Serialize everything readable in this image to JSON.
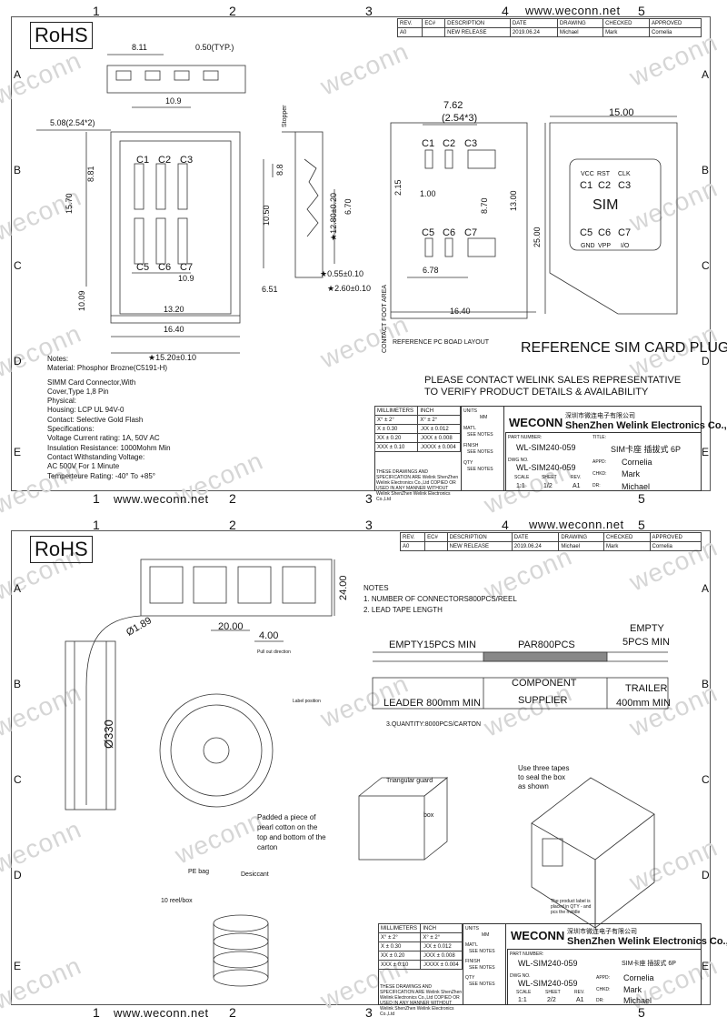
{
  "header": {
    "url": "www.weconn.net",
    "rohs": "RoHS",
    "watermark": "weconn"
  },
  "columns": [
    "1",
    "2",
    "3",
    "4",
    "5"
  ],
  "rows": [
    "A",
    "B",
    "C",
    "D",
    "E"
  ],
  "revision": {
    "headers": [
      "REV.",
      "EC#",
      "DESCRIPTION",
      "DATE",
      "DRAWING",
      "CHECKED",
      "APPROVED"
    ],
    "row": [
      "A0",
      "",
      "NEW RELEASE",
      "2019.06.24",
      "Michael",
      "Mark",
      "Cornelia"
    ]
  },
  "sheet1": {
    "dims": {
      "d811": "8.11",
      "d050": "0.50(TYP.)",
      "d109a": "10.9",
      "d508": "5.08(2.54*2)",
      "d881": "8.81",
      "d1570": "15.70",
      "d1050": "10.50",
      "d109b": "10.9",
      "d1320": "13.20",
      "d1640": "16.40",
      "d1009": "10.09",
      "d651": "6.51",
      "d1520": "★15.20±0.10",
      "stopper": "Stopper",
      "d88": "8.8",
      "d1280": "★12.80±0.20",
      "d670": "6.70",
      "d055": "★0.55±0.10",
      "d260": "★2.60±0.10",
      "d762": "7.62",
      "d254x3": "(2.54*3)",
      "d215": "2.15",
      "d100": "1.00",
      "d870": "8.70",
      "d1300": "13.00",
      "d678": "6.78",
      "d1640b": "16.40",
      "d1500": "15.00",
      "d2500": "25.00"
    },
    "pins": {
      "c1": "C1",
      "c2": "C2",
      "c3": "C3",
      "c5": "C5",
      "c6": "C6",
      "c7": "C7"
    },
    "sim": {
      "vcc": "VCC",
      "rst": "RST",
      "clk": "CLK",
      "gnd": "GND",
      "vpp": "VPP",
      "io": "I/O",
      "label": "SIM",
      "plug_title": "REFERENCE SIM CARD PLUG"
    },
    "pcb": {
      "contact_area": "CONTACT FOOT AREA",
      "layout": "REFERENCE PC BOAD LAYOUT"
    },
    "notes": [
      "Notes:",
      "Material: Phosphor Brozne(C5191-H)",
      "SIMM Card Connector,With",
      "Cover,Type 1,8 Pin",
      "Physical:",
      "Housing: LCP UL 94V-0",
      "Contact: Selective Gold Flash",
      "Specifications:",
      "Voltage Current rating: 1A, 50V AC",
      "Insulation Resistance: 1000Mohm Min",
      "Contact Withstanding Voltage:",
      "AC 500V For 1 Minute",
      "Temperteure Rating: -40° To +85°"
    ],
    "contact_line1": "PLEASE CONTACT WELINK SALES REPRESENTATIVE",
    "contact_line2": "TO VERIFY PRODUCT DETAILS & AVAILABILITY"
  },
  "titleblock": {
    "tol_head": [
      "MILLIMETERS",
      "INCH"
    ],
    "tol_rows": [
      [
        "X° ± 2°",
        "X° ± 2°"
      ],
      [
        "X  ± 0.30",
        ".XX  ± 0.012"
      ],
      [
        "XX ± 0.20",
        ".XXX ± 0.008"
      ],
      [
        "XXX ± 0.10",
        ".XXXX ± 0.004"
      ]
    ],
    "disclaimer": "THESE DRAWINGS AND SPECIFICATION ARE Welink ShenZhen Welink Electronics Co.,Ltd COPIED OR USED IN ANY MANNER WITHOUT Welink ShenZhen Welink Electronics Co.,Ltd",
    "units_label": "UNITS",
    "units_value": "MM",
    "matl_label": "MAT'L",
    "matl_value": "SEE NOTES",
    "finish_label": "FINISH",
    "finish_value": "SEE NOTES",
    "qty_label": "QTY",
    "qty_value": "SEE NOTES",
    "brand": "WECONN",
    "company_cn": "深圳市微连电子有限公司",
    "company_en": "ShenZhen Welink Electronics Co.,Ltd",
    "part_label": "PART NUMBER:",
    "part": "WL-SIM240-059",
    "title_label": "TITLE:",
    "title": "SIM卡座 插拔式 6P",
    "dwg_label": "DWG NO.",
    "dwg": "WL-SIM240-059",
    "appd_label": "APPD:",
    "appd": "Cornelia",
    "chkd_label": "CHKD:",
    "chkd": "Mark",
    "dr_label": "DR:",
    "dr": "Michael",
    "scale_label": "SCALE",
    "scale": "1:1",
    "sheet_label": "SHEET",
    "rev_label": "REV.",
    "rev": "A1",
    "sheet1": "1/2",
    "sheet2": "2/2"
  },
  "sheet2": {
    "d24": "24.00",
    "d189": "Ø1.89",
    "d20": "20.00",
    "d4": "4.00",
    "pull": "Pull out direction",
    "d330": "Ø330",
    "label_pos": "Label position",
    "notes": [
      "NOTES",
      "1. NUMBER OF CONNECTORS800PCS/REEL",
      "2. LEAD TAPE LENGTH"
    ],
    "empty15": "EMPTY15PCS MIN",
    "par800": "PAR800PCS",
    "empty5a": "EMPTY",
    "empty5b": "5PCS MIN",
    "component": "COMPONENT",
    "supplier": "SUPPLIER",
    "leader": "LEADER 800mm MIN",
    "trailer": "TRAILER",
    "trailer2": "400mm MIN",
    "quantity": "3.QUANTITY:8000PCS/CARTON",
    "tri_guard": "Triangular guard",
    "box": "box",
    "pearl1": "Padded a piece of",
    "pearl2": "pearl cotton on the",
    "pearl3": "top and bottom of the",
    "pearl4": "carton",
    "pe_bag": "PE bag",
    "desiccant": "Desiccant",
    "reel_box": "10 reel/box",
    "tapes1": "Use three tapes",
    "tapes2": "to seal the box",
    "tapes3": "as shown",
    "label_note": "The product label is placed in QTY - and pcs the middle"
  }
}
